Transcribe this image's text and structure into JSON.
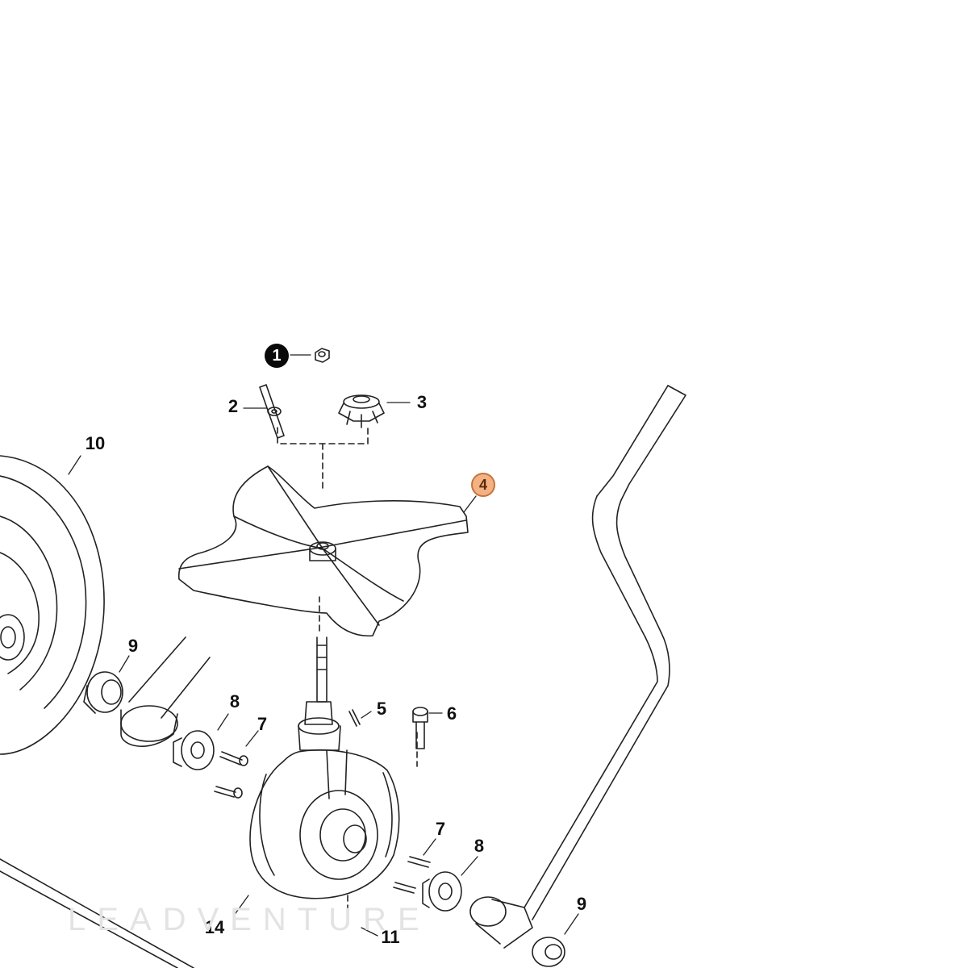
{
  "callouts": {
    "c1": "1",
    "c2": "2",
    "c3": "3",
    "c4": "4",
    "c5": "5",
    "c6": "6",
    "c7a": "7",
    "c7b": "7",
    "c8a": "8",
    "c8b": "8",
    "c9a": "9",
    "c9b": "9",
    "c10": "10",
    "c11": "11",
    "c14": "14"
  },
  "watermark": "LEADVENTURE",
  "colors": {
    "line": "#222222",
    "highlight_fill": "#f4b183",
    "highlight_stroke": "#c8733a",
    "watermark": "#e3e3e3"
  }
}
